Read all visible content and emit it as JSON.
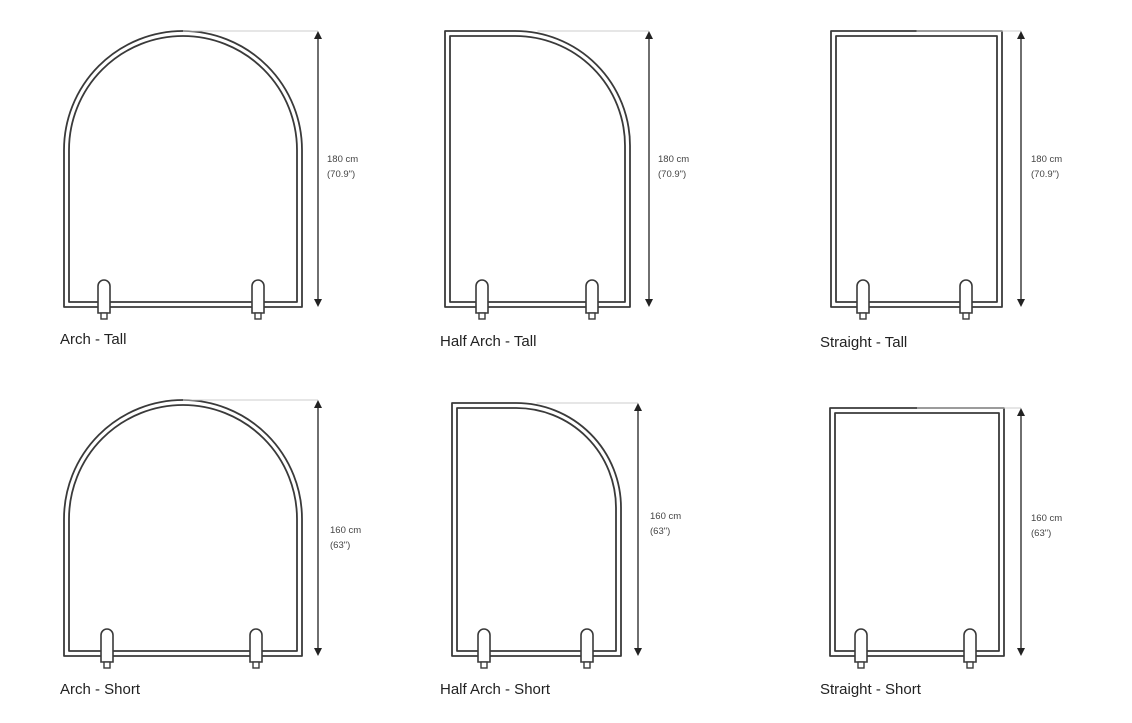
{
  "panels": [
    {
      "shape": "arch",
      "size": "tall",
      "label": "Arch - Tall",
      "height_cm": "180 cm",
      "height_in": "(70.9\")"
    },
    {
      "shape": "half-arch",
      "size": "tall",
      "label": "Half Arch - Tall",
      "height_cm": "180 cm",
      "height_in": "(70.9\")"
    },
    {
      "shape": "straight",
      "size": "tall",
      "label": "Straight - Tall",
      "height_cm": "180 cm",
      "height_in": "(70.9\")"
    },
    {
      "shape": "arch",
      "size": "short",
      "label": "Arch - Short",
      "height_cm": "160 cm",
      "height_in": "(63\")"
    },
    {
      "shape": "half-arch",
      "size": "short",
      "label": "Half Arch - Short",
      "height_cm": "160 cm",
      "height_in": "(63\")"
    },
    {
      "shape": "straight",
      "size": "short",
      "label": "Straight - Short",
      "height_cm": "160 cm",
      "height_in": "(63\")"
    }
  ],
  "colors": {
    "frame": "#3a3a3a",
    "dimension_line": "#222222",
    "guide_line": "#cccccc",
    "text": "#222222"
  }
}
